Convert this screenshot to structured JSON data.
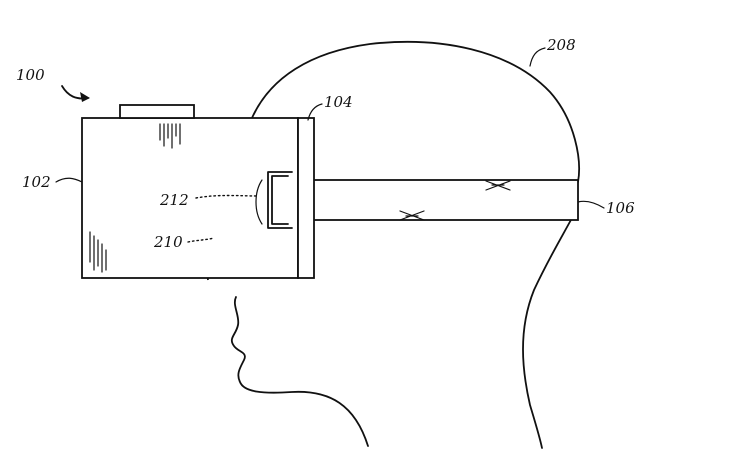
{
  "diagram": {
    "labels": {
      "ref_100": "100",
      "ref_102": "102",
      "ref_104": "104",
      "ref_106": "106",
      "ref_208": "208",
      "ref_210": "210",
      "ref_212": "212"
    },
    "stroke_color": "#111111",
    "background_color": "#ffffff"
  }
}
